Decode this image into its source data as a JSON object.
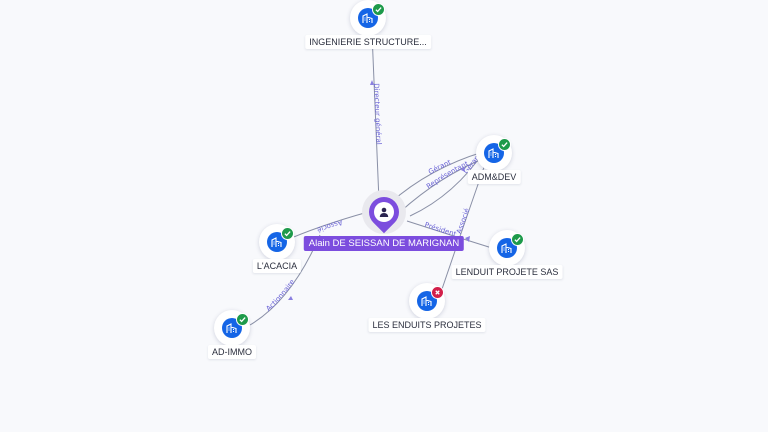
{
  "graph": {
    "person": {
      "name": "Alain DE SEISSAN DE MARIGNAN",
      "icon": "person-icon"
    },
    "companies": [
      {
        "key": "ingenierie",
        "name": "INGENIERIE STRUCTURE...",
        "status": "active",
        "icon": "building-icon"
      },
      {
        "key": "admdev",
        "name": "ADM&DEV",
        "status": "active",
        "icon": "building-icon"
      },
      {
        "key": "lacacia",
        "name": "L'ACACIA",
        "status": "active",
        "icon": "building-icon"
      },
      {
        "key": "lenduit",
        "name": "LENDUIT PROJETE SAS",
        "status": "active",
        "icon": "building-icon"
      },
      {
        "key": "lesenduits",
        "name": "LES ENDUITS PROJETES",
        "status": "closed",
        "icon": "building-icon"
      },
      {
        "key": "adimmo",
        "name": "AD-IMMO",
        "status": "active",
        "icon": "building-icon"
      }
    ],
    "relations": [
      {
        "key": "e1",
        "label": "Directeur général"
      },
      {
        "key": "e2",
        "label": "Gérant"
      },
      {
        "key": "e3",
        "label": "Représentant"
      },
      {
        "key": "e4",
        "label": "Président"
      },
      {
        "key": "e5",
        "label": "Associé"
      },
      {
        "key": "e6",
        "label": "Actionnaire"
      },
      {
        "key": "e7",
        "label": "Gérant"
      },
      {
        "key": "e8",
        "label": "Associé"
      }
    ],
    "colors": {
      "person": "#7c4dde",
      "company": "#1565e6",
      "status_active": "#1d9a4a",
      "status_closed": "#d21f4a",
      "edge": "#8a90a6",
      "edge_label": "#6a63d6"
    }
  }
}
